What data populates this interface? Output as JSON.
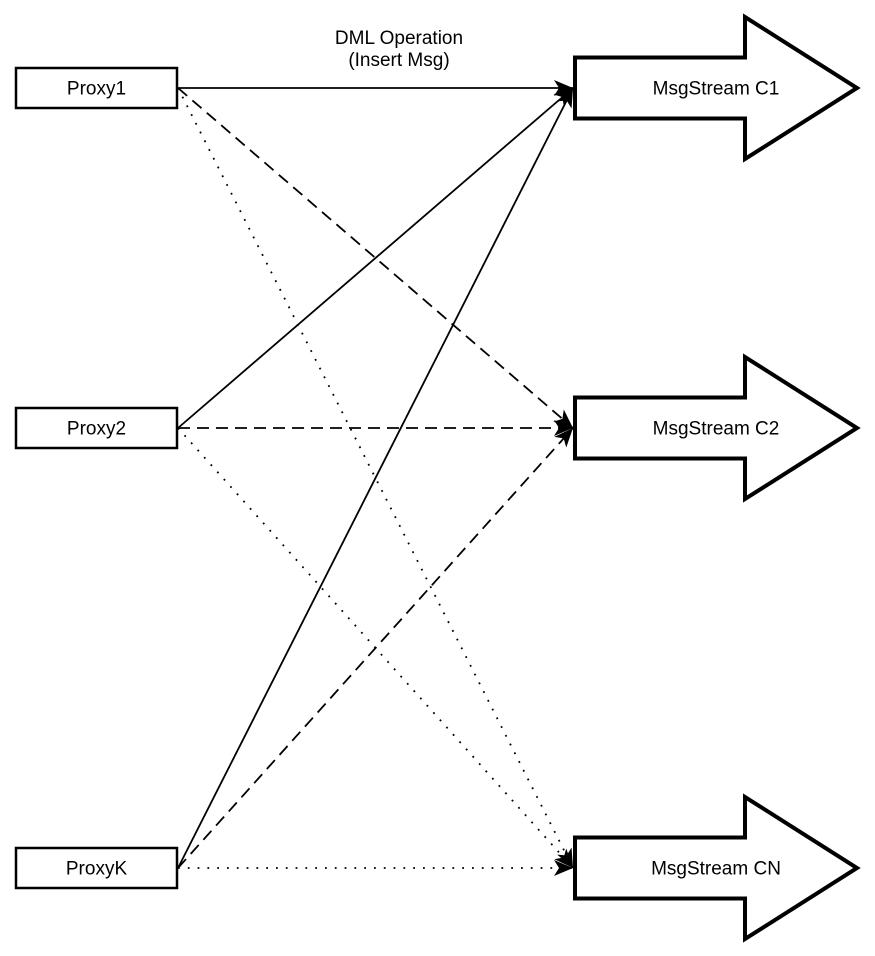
{
  "header": {
    "line1": "DML Operation",
    "line2": "(Insert Msg)"
  },
  "proxies": [
    {
      "id": "proxy1",
      "label": "Proxy1"
    },
    {
      "id": "proxy2",
      "label": "Proxy2"
    },
    {
      "id": "proxyk",
      "label": "ProxyK"
    }
  ],
  "streams": [
    {
      "id": "c1",
      "label": "MsgStream C1"
    },
    {
      "id": "c2",
      "label": "MsgStream C2"
    },
    {
      "id": "cn",
      "label": "MsgStream CN"
    }
  ],
  "connections": [
    {
      "from": "proxy1",
      "to": "c1",
      "style": "solid"
    },
    {
      "from": "proxy2",
      "to": "c1",
      "style": "solid"
    },
    {
      "from": "proxyk",
      "to": "c1",
      "style": "solid"
    },
    {
      "from": "proxy1",
      "to": "c2",
      "style": "dashed"
    },
    {
      "from": "proxy2",
      "to": "c2",
      "style": "dashed"
    },
    {
      "from": "proxyk",
      "to": "c2",
      "style": "dashed"
    },
    {
      "from": "proxy1",
      "to": "cn",
      "style": "dotted"
    },
    {
      "from": "proxy2",
      "to": "cn",
      "style": "dotted"
    },
    {
      "from": "proxyk",
      "to": "cn",
      "style": "dotted"
    }
  ],
  "icons": [
    {
      "name": "block-arrow-right-icon",
      "meaning": "message stream channel"
    },
    {
      "name": "arrowhead-icon",
      "meaning": "direction of message flow"
    }
  ],
  "colors": {
    "stroke": "#000000",
    "fill": "#ffffff",
    "background": "#ffffff"
  }
}
